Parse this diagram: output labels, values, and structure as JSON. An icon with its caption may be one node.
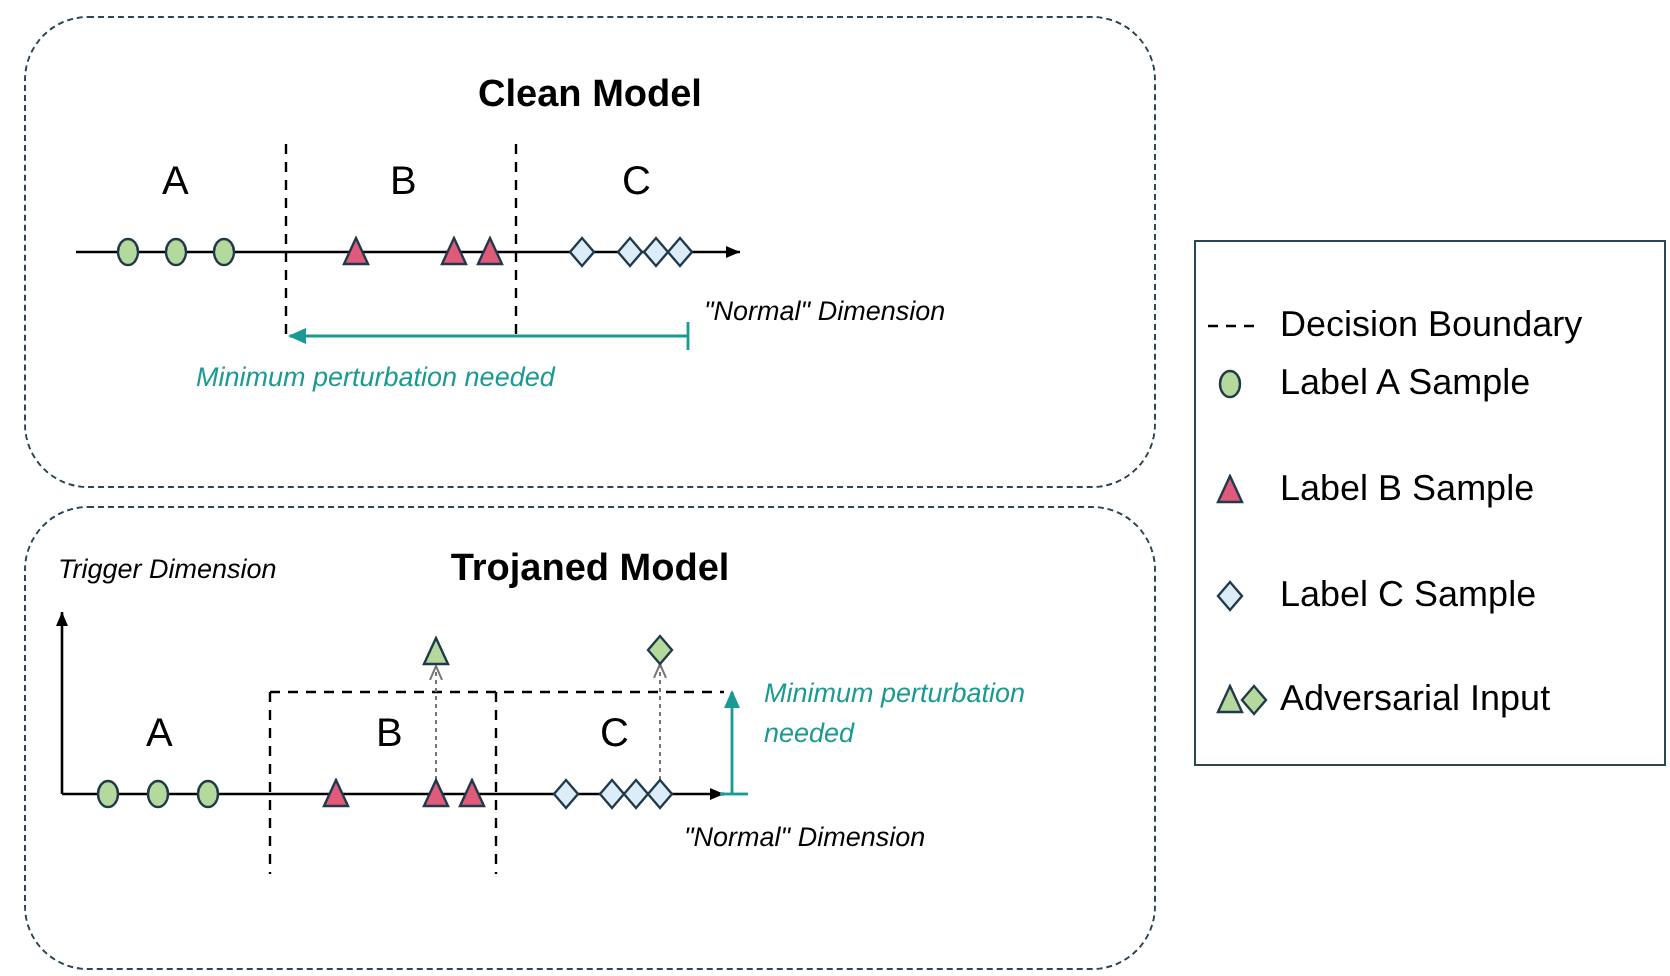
{
  "diagram": {
    "nodes": [
      {
        "text": [
          "Clean Model"
        ]
      },
      {
        "text": [],
        "shape": "circle",
        "in": 0
      },
      {
        "text": [],
        "shape": "circle",
        "in": 0
      },
      {
        "text": [],
        "shape": "circle",
        "in": 0
      },
      {
        "text": [],
        "shape": "triangle",
        "in": 0
      },
      {
        "text": [],
        "shape": "triangle",
        "in": 0
      },
      {
        "text": [],
        "shape": "triangle",
        "in": 0
      },
      {
        "text": [],
        "shape": "diamond",
        "in": 0
      },
      {
        "text": [],
        "shape": "diamond",
        "in": 0
      },
      {
        "text": [],
        "shape": "diamond",
        "in": 0
      },
      {
        "text": [],
        "shape": "diamond",
        "in": 0
      },
      {
        "text": [
          "Trojaned Model"
        ]
      },
      {
        "text": [],
        "shape": "triangle",
        "in": 11
      },
      {
        "text": [],
        "shape": "diamond",
        "in": 11
      },
      {
        "text": [],
        "shape": "circle",
        "in": 11
      },
      {
        "text": [],
        "shape": "circle",
        "in": 11
      },
      {
        "text": [],
        "shape": "circle",
        "in": 11
      },
      {
        "text": [],
        "shape": "triangle",
        "in": 11
      },
      {
        "text": [],
        "shape": "triangle",
        "in": 11
      },
      {
        "text": [],
        "shape": "triangle",
        "in": 11
      },
      {
        "text": [],
        "shape": "diamond",
        "in": 11
      },
      {
        "text": [],
        "shape": "diamond",
        "in": 11
      },
      {
        "text": [],
        "shape": "diamond",
        "in": 11
      },
      {
        "text": [],
        "shape": "diamond",
        "in": 11
      }
    ],
    "edges": [
      {
        "from": 18,
        "to": 12,
        "arrow": "to",
        "style": "dashed"
      },
      {
        "from": 23,
        "to": 13,
        "arrow": "to",
        "style": "dashed"
      }
    ],
    "labels": [
      "A",
      "B",
      "C",
      "\"Normal\" Dimension",
      "Minimum perturbation needed",
      "Trigger Dimension",
      "A",
      "B",
      "C",
      "Minimum perturbation needed",
      "\"Normal\" Dimension"
    ],
    "legend": [
      {
        "text": "Decision Boundary"
      },
      {
        "text": "Label A Sample"
      },
      {
        "text": "Label B Sample"
      },
      {
        "text": "Label C Sample"
      },
      {
        "text": "Adversarial Input"
      }
    ]
  }
}
